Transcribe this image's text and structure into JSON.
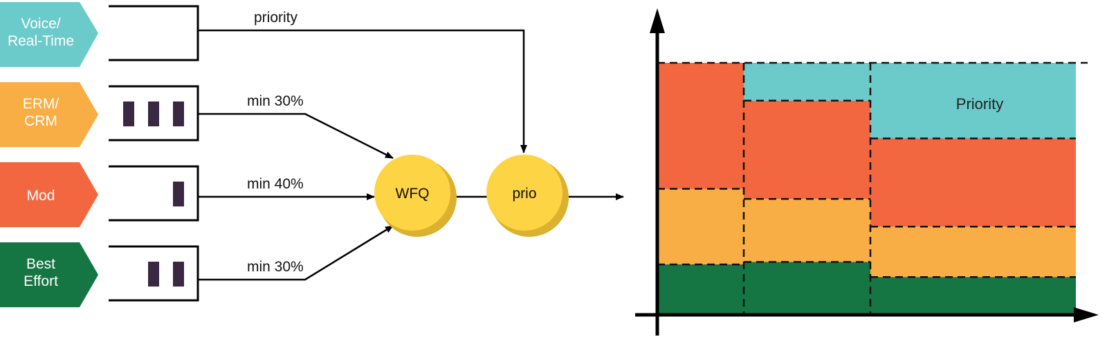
{
  "colors": {
    "voice": "#6bcaca",
    "erm": "#f9ad45",
    "mod": "#f26740",
    "best_effort": "#157643",
    "packet": "#3a2842",
    "scheduler": "#fdd444",
    "scheduler_shadow": "#dcb12f"
  },
  "traffic_classes": [
    {
      "id": "voice",
      "line1": "Voice/",
      "line2": "Real-Time",
      "packets": 0
    },
    {
      "id": "erm",
      "line1": "ERM/",
      "line2": "CRM",
      "packets": 3
    },
    {
      "id": "mod",
      "line1": "Mod",
      "line2": "",
      "packets": 1
    },
    {
      "id": "best_effort",
      "line1": "Best",
      "line2": "Effort",
      "packets": 2
    }
  ],
  "edge_labels": {
    "voice": "priority",
    "erm": "min 30%",
    "mod": "min 40%",
    "best_effort": "min 30%"
  },
  "schedulers": {
    "wfq": "WFQ",
    "prio": "prio"
  },
  "bandwidth_chart": {
    "region_label": "Priority",
    "periods": [
      {
        "voice": 0,
        "erm": 0.3,
        "mod": 0.5,
        "best_effort": 0.2
      },
      {
        "voice": 0.15,
        "erm": 0.25,
        "mod": 0.39,
        "best_effort": 0.21
      },
      {
        "voice": 0.3,
        "erm": 0.2,
        "mod": 0.35,
        "best_effort": 0.15
      }
    ]
  }
}
